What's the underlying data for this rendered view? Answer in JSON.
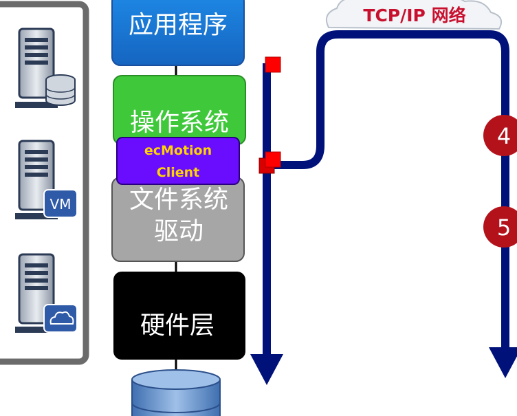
{
  "stack": {
    "application": "应用程序",
    "os": "操作系统",
    "client_line1": "ecMotion",
    "client_line2": "Client",
    "fs_line1": "文件系统",
    "fs_line2": "驱动",
    "hardware": "硬件层"
  },
  "network": {
    "label": "TCP/IP 网络"
  },
  "steps": {
    "step4": "4",
    "step5": "5"
  },
  "servers": {
    "vm_badge": "VM"
  },
  "icons": [
    "server-disk-icon",
    "server-vm-icon",
    "server-cloud-icon",
    "cloud-icon",
    "storage-cylinder-icon"
  ],
  "colors": {
    "application": "#1e88e5",
    "os": "#3fc83a",
    "client": "#6a0dff",
    "fs": "#a6a6a6",
    "hardware": "#000000",
    "arrows": "#00127a",
    "marker": "#ff0000",
    "step_badge": "#b3121b",
    "network_text": "#c8102e"
  }
}
